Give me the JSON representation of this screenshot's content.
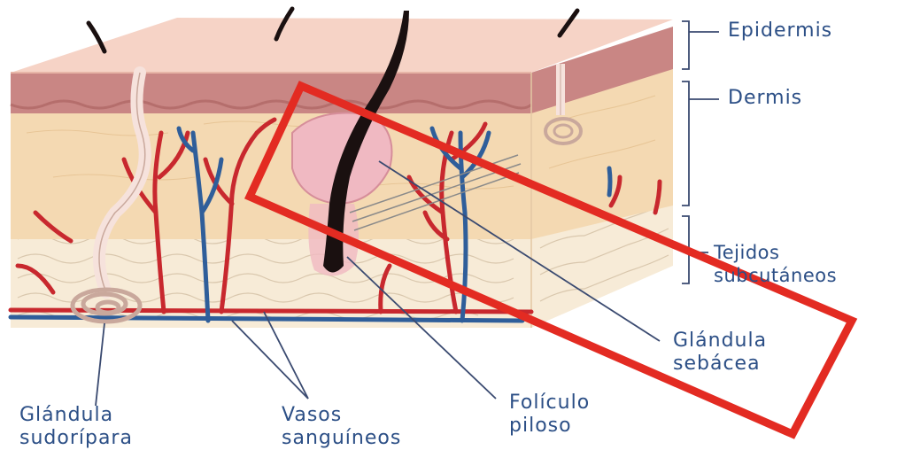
{
  "labels": {
    "epidermis": "Epidermis",
    "dermis": "Dermis",
    "tejidos_line1": "Tejidos",
    "tejidos_line2": "subcutáneos",
    "glandula_sebacea_line1": "Glándula",
    "glandula_sebacea_line2": "sebácea",
    "foliculo_line1": "Folículo",
    "foliculo_line2": "piloso",
    "glandula_sudoripara_line1": "Glándula",
    "glandula_sudoripara_line2": "sudorípara",
    "vasos_line1": "Vasos",
    "vasos_line2": "sanguíneos"
  },
  "colors": {
    "label_text": "#2c4f86",
    "leader_line": "#3a4a70",
    "highlight_box": "#e32b22",
    "epidermis_top": "#f6d3c6",
    "epidermis_layer": "#c98684",
    "dermis": "#f4d9b2",
    "subcutaneous": "#f7ebd7",
    "artery": "#c8282e",
    "vein": "#2f5e9a",
    "hair": "#1a1010",
    "sebaceous_gland": "#f0b9c2",
    "sweat_gland": "#f6e2dc"
  }
}
